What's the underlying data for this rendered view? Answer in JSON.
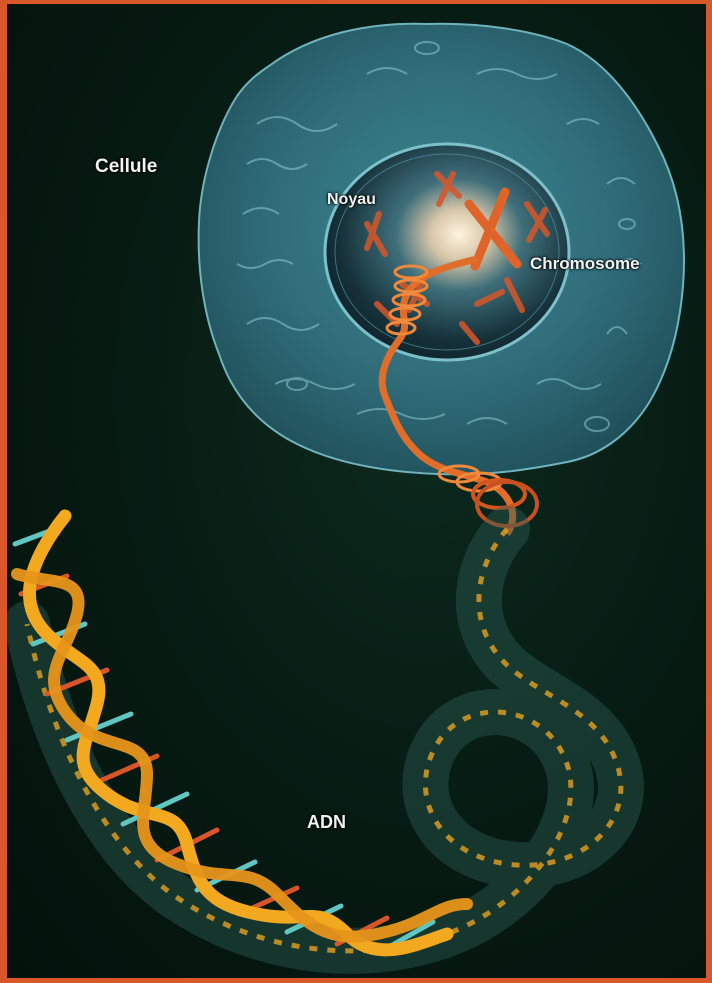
{
  "labels": {
    "cell": "Cellule",
    "nucleus": "Noyau",
    "chromosome": "Chromosome",
    "dna": "ADN"
  },
  "colors": {
    "frame": "#d9582a",
    "background": "#061a12",
    "cell_body": "#2f6c78",
    "nucleus": "#16313a",
    "chromosome": "#e0642a",
    "dna_strand": "#f2a81f",
    "dna_base_a": "#d8542a",
    "dna_base_b": "#5fc6c2"
  }
}
